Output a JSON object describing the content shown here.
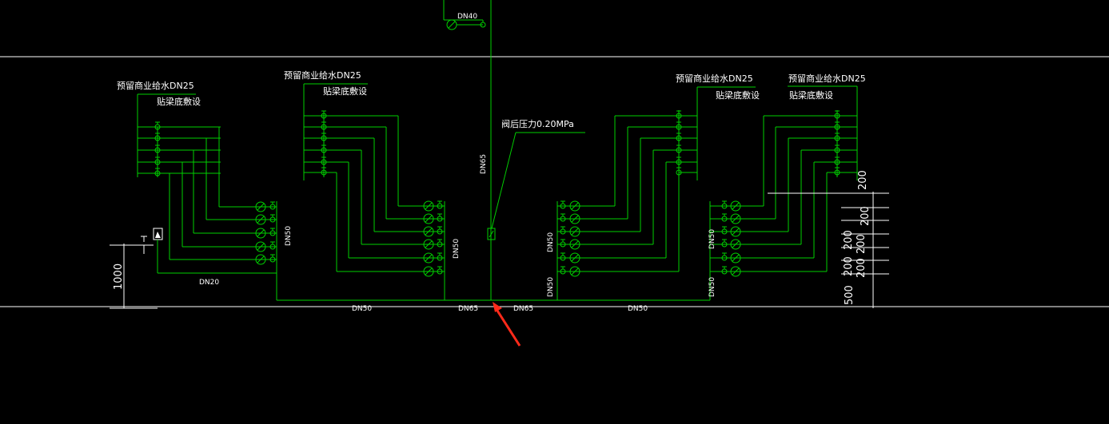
{
  "colors": {
    "background": "#000000",
    "pipe": "#00d000",
    "annotation": "#ffffff",
    "arrow": "#ff2a1a"
  },
  "labels": {
    "reserve_commercial_water": "预留商业给水DN25",
    "beam_bottom_laying": "贴梁底敷设",
    "pressure_after_valve": "阀后压力0.20MPa",
    "dn40": "DN40",
    "dn65": "DN65",
    "dn50": "DN50",
    "dn20": "DN20"
  },
  "dimensions": {
    "d1000": "1000",
    "d200": "200",
    "d500": "500"
  }
}
